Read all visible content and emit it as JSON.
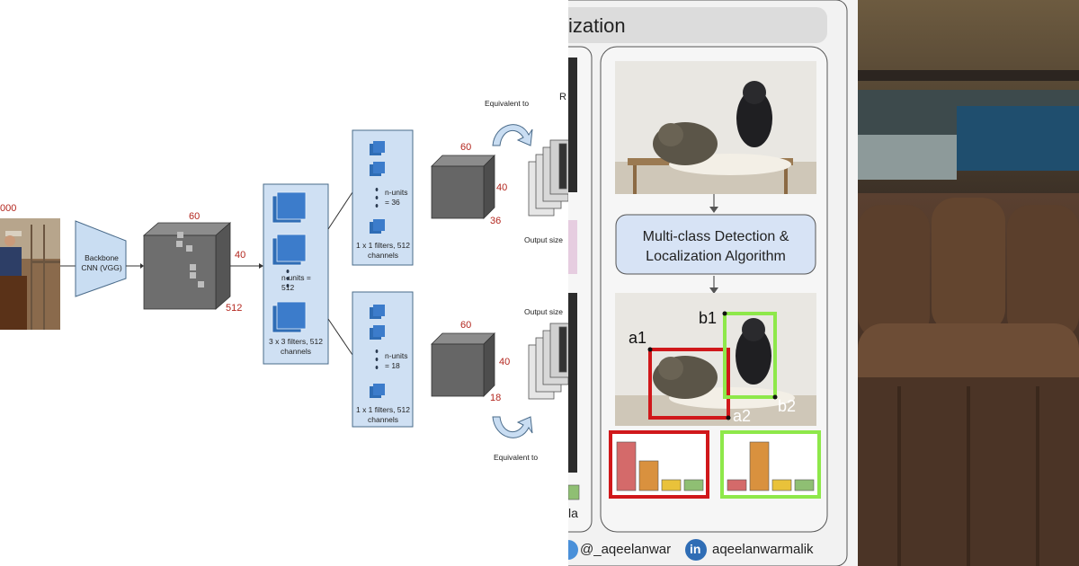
{
  "rpn": {
    "input_label": "000",
    "backbone_label": "Backbone CNN (VGG)",
    "feature_map": {
      "width": "60",
      "height": "40",
      "depth": "512"
    },
    "conv3": {
      "units": "n-units = 512",
      "caption": "3 x 3 filters, 512 channels"
    },
    "top_branch": {
      "units": "n-units = 36",
      "caption": "1 x 1 filters, 512 channels",
      "out_w": "60",
      "out_h": "40",
      "out_d": "36"
    },
    "bottom_branch": {
      "units": "n-units = 18",
      "caption": "1 x 1 filters, 512 channels",
      "out_w": "60",
      "out_h": "40",
      "out_d": "18"
    },
    "equivalent_top": "Equivalent to",
    "equivalent_bottom": "Equivalent to",
    "output_size_top": "Output size",
    "output_size_bottom": "Output size",
    "cut_letter": "R"
  },
  "infographic": {
    "title": "ization",
    "algorithm_label": "Multi-class Detection & Localization Algorithm",
    "box_labels": {
      "a1": "a1",
      "a2": "a2",
      "b1": "b1",
      "b2": "b2"
    },
    "cut_text": "la",
    "histogram_red_box": [
      0.9,
      0.55,
      0.2,
      0.2
    ],
    "histogram_green_box": [
      0.2,
      0.9,
      0.2,
      0.2
    ],
    "bar_colors": [
      "#d46a6a",
      "#d9913e",
      "#e9c23a",
      "#8fbf73"
    ],
    "footer": {
      "twitter": "@_aqeelanwar",
      "linkedin": "aqeelanwarmalik",
      "linkedin_icon": "in"
    },
    "colors": {
      "red_box": "#d0181b",
      "green_box": "#8ee84a",
      "algo_box": "#d7e3f5"
    }
  }
}
